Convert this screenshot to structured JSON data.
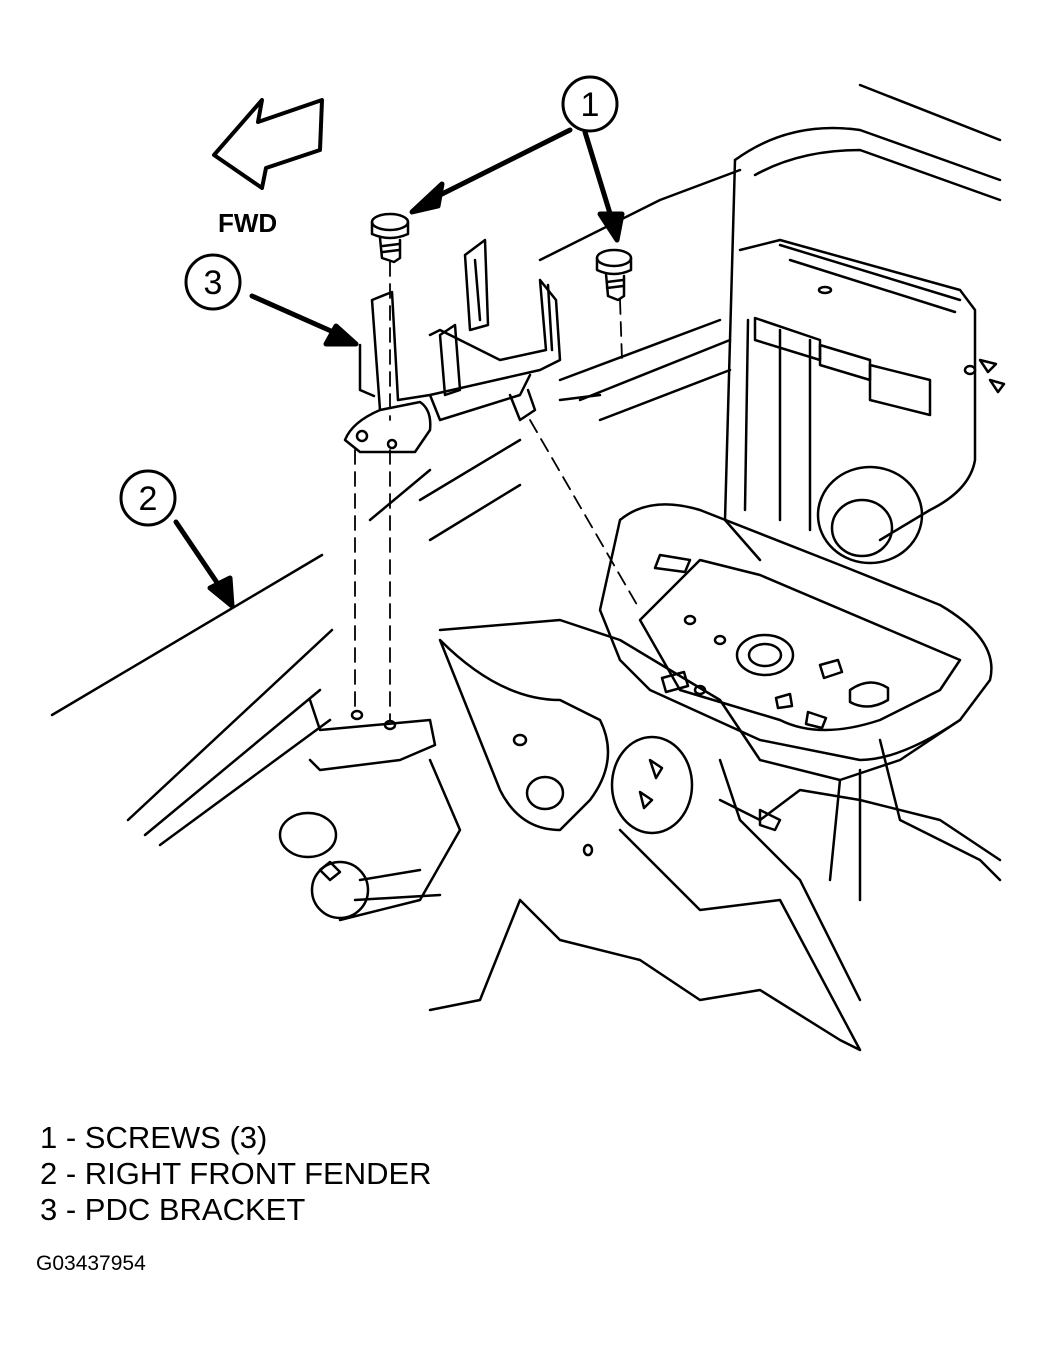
{
  "diagram": {
    "fwd_label": "FWD",
    "callouts": [
      {
        "number": "1"
      },
      {
        "number": "2"
      },
      {
        "number": "3"
      }
    ]
  },
  "legend": [
    {
      "text": "1 - SCREWS (3)"
    },
    {
      "text": "2 - RIGHT FRONT FENDER"
    },
    {
      "text": "3 - PDC BRACKET"
    }
  ],
  "figure_id": "G03437954"
}
